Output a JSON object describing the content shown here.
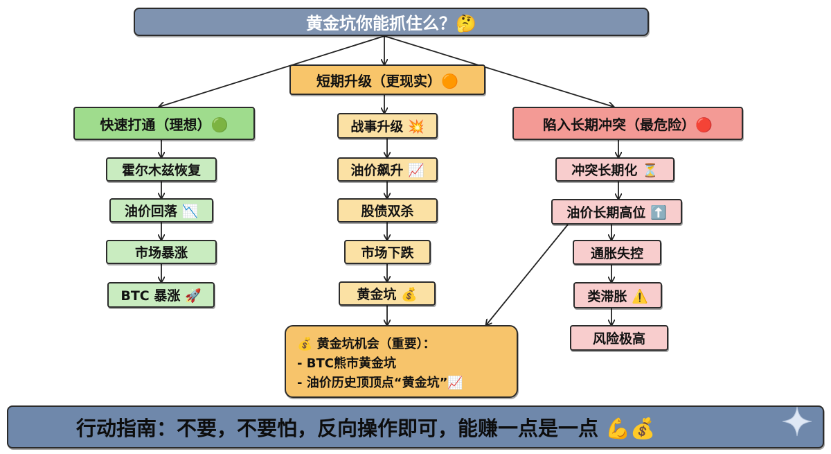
{
  "title": "黄金坑你能抓住么？🤔",
  "center_header": "短期升级（更现实）🟠",
  "branches": {
    "left": {
      "header": "快速打通（理想）🟢",
      "steps": [
        "霍尔木兹恢复",
        "油价回落 📉",
        "市场暴涨",
        "BTC 暴涨 🚀"
      ]
    },
    "center": {
      "steps": [
        "战事升级 💥",
        "油价飙升 📈",
        "股债双杀",
        "市场下跌",
        "黄金坑 💰"
      ]
    },
    "right": {
      "header": "陷入长期冲突（最危险）🔴",
      "steps": [
        "冲突长期化 ⏳",
        "油价长期高位 ⬆️",
        "通胀失控",
        "类滞胀 ⚠️",
        "风险极高"
      ]
    }
  },
  "opportunity": {
    "heading": "💰 黄金坑机会（重要）：",
    "lines": [
      "- BTC熊市黄金坑",
      "- 油价历史顶顶点“黄金坑”📈"
    ]
  },
  "action": "行动指南：不要，不要怕，反向操作即可，能赚一点是一点 💪💰",
  "colors": {
    "green": "#9fdc8d",
    "orange": "#f8c56a",
    "red": "#f39a95",
    "title_bar": "#7f93b0"
  }
}
